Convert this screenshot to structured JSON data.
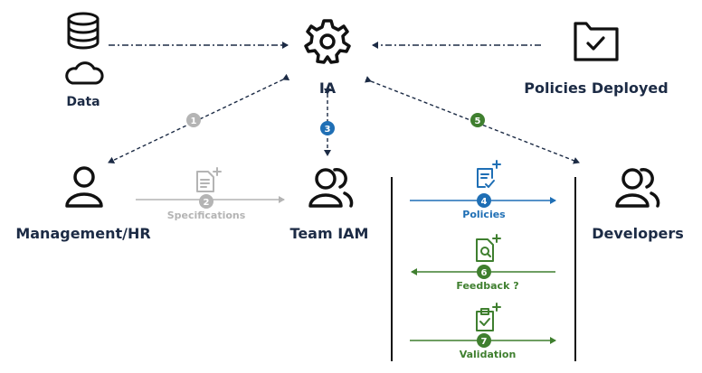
{
  "colors": {
    "navy": "#1c2b45",
    "gray": "#b4b4b4",
    "blue": "#1f6fb5",
    "green": "#3f7f2f"
  },
  "nodes": {
    "data": {
      "label": "Data",
      "icons": [
        "database-icon",
        "cloud-icon"
      ]
    },
    "ia": {
      "label": "IA",
      "icon": "gear-icon"
    },
    "policies_deployed": {
      "label": "Policies Deployed",
      "icon": "folder-check-icon"
    },
    "management": {
      "label": "Management/HR",
      "icon": "person-icon"
    },
    "team_iam": {
      "label": "Team IAM",
      "icon": "users-icon"
    },
    "developers": {
      "label": "Developers",
      "icon": "users-icon"
    }
  },
  "steps": [
    {
      "number": "1",
      "label": "",
      "color": "gray"
    },
    {
      "number": "2",
      "label": "Specifications",
      "color": "gray",
      "icon": "document-add-icon"
    },
    {
      "number": "3",
      "label": "",
      "color": "blue"
    },
    {
      "number": "4",
      "label": "Policies",
      "color": "blue",
      "icon": "document-check-icon"
    },
    {
      "number": "5",
      "label": "",
      "color": "green"
    },
    {
      "number": "6",
      "label": "Feedback ?",
      "color": "green",
      "icon": "document-search-icon"
    },
    {
      "number": "7",
      "label": "Validation",
      "color": "green",
      "icon": "clipboard-check-icon"
    }
  ]
}
